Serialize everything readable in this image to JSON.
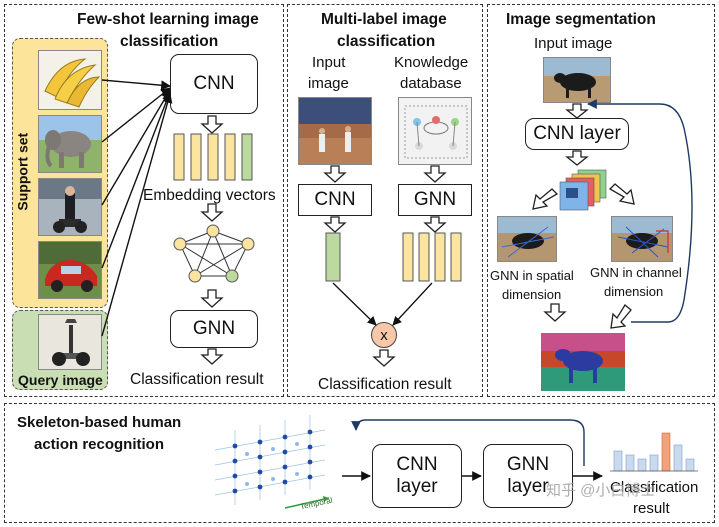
{
  "panels": {
    "few_shot": {
      "title_line1": "Few-shot learning image",
      "title_line2": "classification",
      "support_label": "Support set",
      "query_label": "Query image",
      "cnn": "CNN",
      "embedding": "Embedding vectors",
      "gnn": "GNN",
      "result": "Classification result"
    },
    "multi_label": {
      "title_line1": "Multi-label image",
      "title_line2": "classification",
      "input_line1": "Input",
      "input_line2": "image",
      "kb_line1": "Knowledge",
      "kb_line2": "database",
      "cnn": "CNN",
      "gnn": "GNN",
      "combine": "x",
      "result": "Classification result"
    },
    "segmentation": {
      "title": "Image segmentation",
      "input": "Input image",
      "cnn_layer": "CNN layer",
      "spatial_line1": "GNN in spatial",
      "spatial_line2": "dimension",
      "channel_line1": "GNN in channel",
      "channel_line2": "dimension"
    },
    "skeleton": {
      "title_line1": "Skeleton-based human",
      "title_line2": "action recognition",
      "cnn_line1": "CNN",
      "cnn_line2": "layer",
      "gnn_line1": "GNN",
      "gnn_line2": "layer",
      "result_line1": "Classification",
      "result_line2": "result",
      "temporal": "Temporal",
      "watermark": "知乎 @小白博士"
    }
  },
  "colors": {
    "support_fill": "#fce59a",
    "query_fill": "#c9dfb3",
    "embed_yellow": "#fbe3a0",
    "embed_green": "#bcd9a0",
    "node_yellow": "#fbe3a0",
    "node_green": "#bcd9a0",
    "combine_fill": "#f7c7a8",
    "bar_blue": "#c9d9ee",
    "bar_orange": "#f0a27a",
    "arrow_dark": "#1f3864"
  }
}
